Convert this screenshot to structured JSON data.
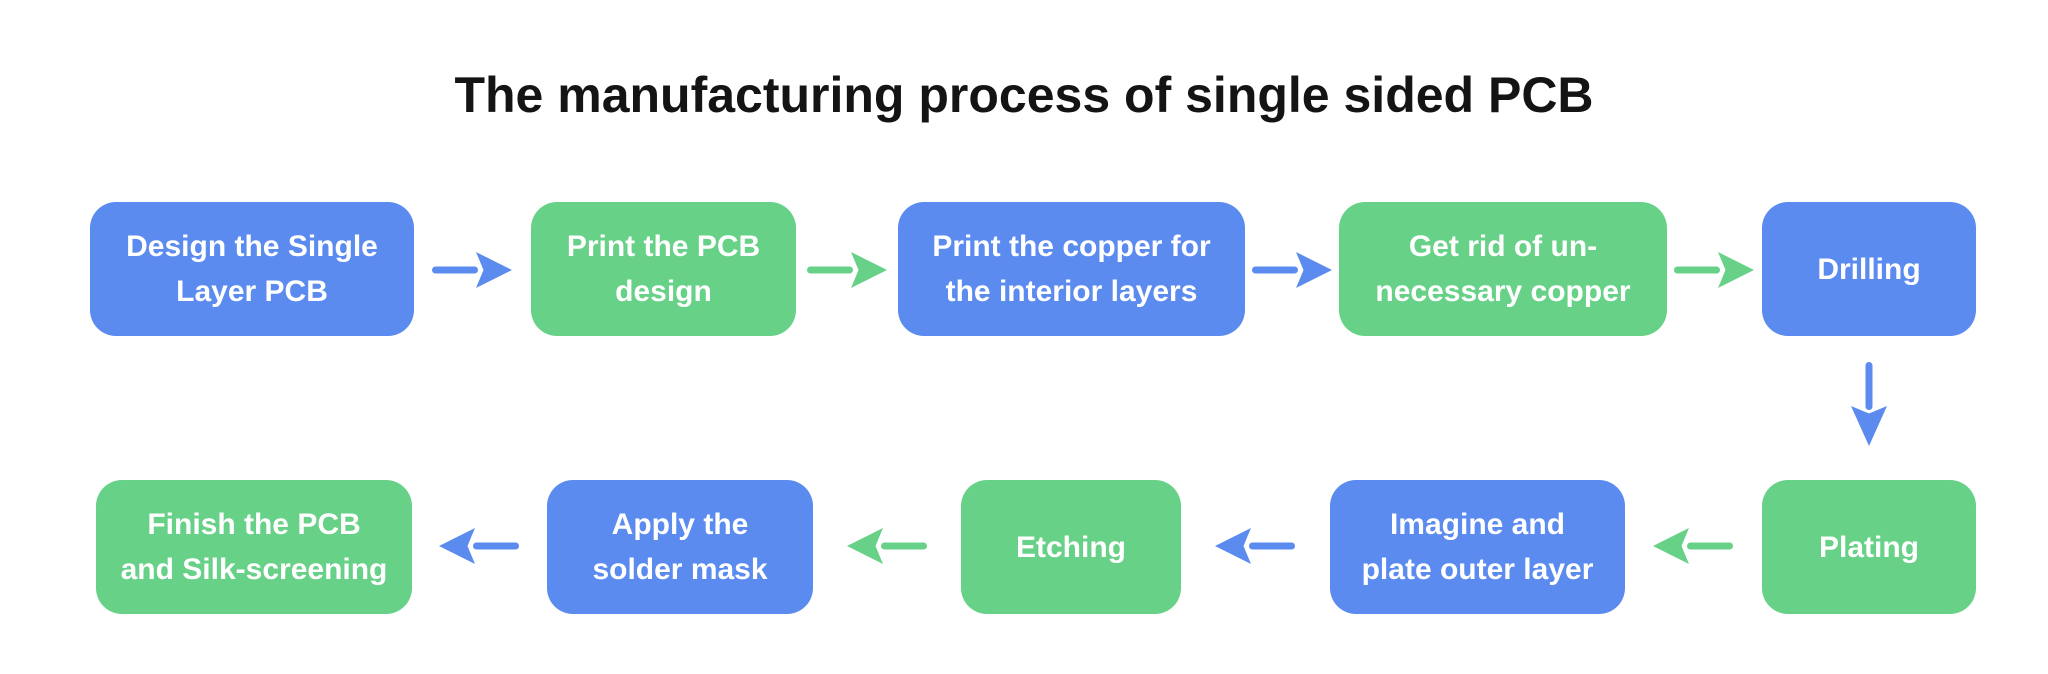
{
  "title": "The manufacturing process of single sided PCB",
  "colors": {
    "blue": "#5b8bef",
    "green": "#68d188",
    "title-color": "#141414",
    "node-text": "#ffffff",
    "bg": "#ffffff"
  },
  "diagram": {
    "type": "flowchart",
    "nodes": [
      {
        "step": 1,
        "label": "Design the Single Layer PCB",
        "lines": [
          "Design the Single",
          "Layer PCB"
        ],
        "color": "blue"
      },
      {
        "step": 2,
        "label": "Print the PCB design",
        "lines": [
          "Print the PCB",
          "design"
        ],
        "color": "green"
      },
      {
        "step": 3,
        "label": "Print the copper for the interior layers",
        "lines": [
          "Print the copper for",
          "the interior layers"
        ],
        "color": "blue"
      },
      {
        "step": 4,
        "label": "Get rid of un-necessary copper",
        "lines": [
          "Get rid of un-",
          "necessary copper"
        ],
        "color": "green"
      },
      {
        "step": 5,
        "label": "Drilling",
        "lines": [
          "Drilling"
        ],
        "color": "blue"
      },
      {
        "step": 6,
        "label": "Plating",
        "lines": [
          "Plating"
        ],
        "color": "green"
      },
      {
        "step": 7,
        "label": "Imagine and plate outer layer",
        "lines": [
          "Imagine and",
          "plate outer layer"
        ],
        "color": "blue"
      },
      {
        "step": 8,
        "label": "Etching",
        "lines": [
          "Etching"
        ],
        "color": "green"
      },
      {
        "step": 9,
        "label": "Apply the solder mask",
        "lines": [
          "Apply the",
          "solder mask"
        ],
        "color": "blue"
      },
      {
        "step": 10,
        "label": "Finish the PCB and Silk-screening",
        "lines": [
          "Finish the PCB",
          "and Silk-screening"
        ],
        "color": "green"
      }
    ],
    "arrows": [
      {
        "from": 1,
        "to": 2,
        "direction": "right",
        "color": "blue"
      },
      {
        "from": 2,
        "to": 3,
        "direction": "right",
        "color": "green"
      },
      {
        "from": 3,
        "to": 4,
        "direction": "right",
        "color": "blue"
      },
      {
        "from": 4,
        "to": 5,
        "direction": "right",
        "color": "green"
      },
      {
        "from": 5,
        "to": 6,
        "direction": "down",
        "color": "blue"
      },
      {
        "from": 6,
        "to": 7,
        "direction": "left",
        "color": "green"
      },
      {
        "from": 7,
        "to": 8,
        "direction": "left",
        "color": "blue"
      },
      {
        "from": 8,
        "to": 9,
        "direction": "left",
        "color": "green"
      },
      {
        "from": 9,
        "to": 10,
        "direction": "left",
        "color": "blue"
      }
    ]
  }
}
